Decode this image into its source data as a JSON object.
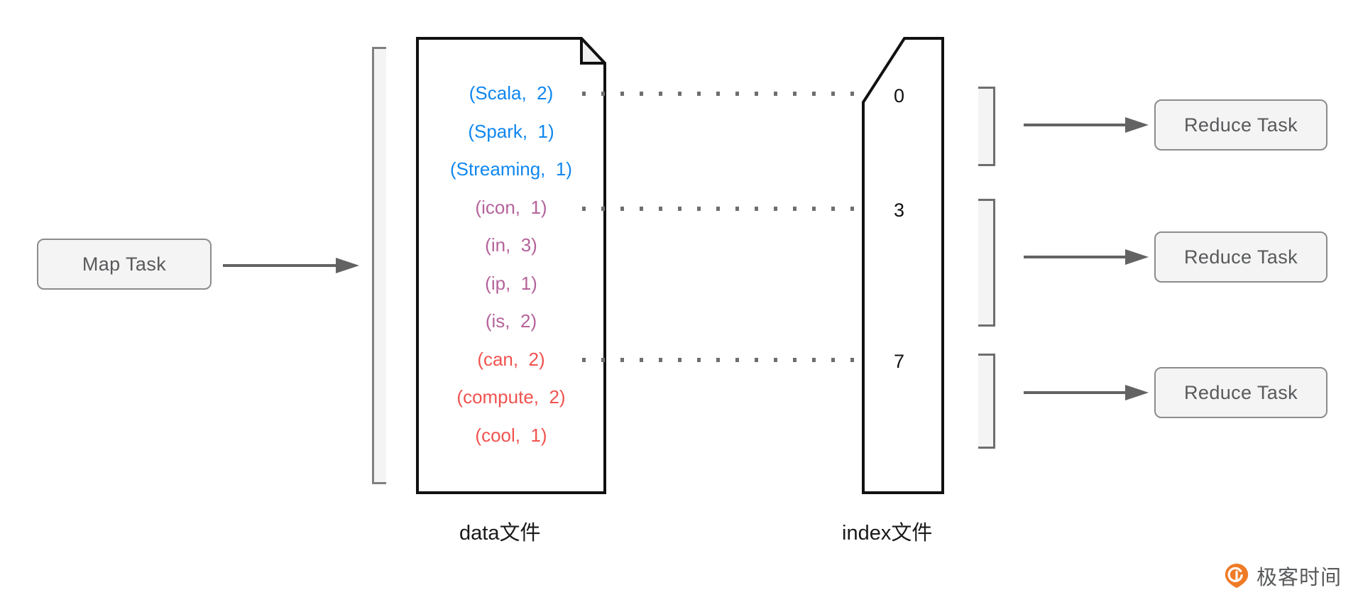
{
  "diagram": {
    "title": "Shuffle data and index file mapping",
    "colors": {
      "blue": "#0f87f0",
      "purple": "#b5639b",
      "red": "#f0534f",
      "box_fill": "#f4f4f4",
      "box_border": "#8c8c8c",
      "box_text": "#58595b",
      "arrow": "#636363",
      "dot": "#6e6e6e",
      "outline": "#111111",
      "watermark_orange": "#ef7b26"
    }
  },
  "map_task": {
    "label": "Map Task"
  },
  "reduce_tasks": [
    {
      "label": "Reduce Task"
    },
    {
      "label": "Reduce Task"
    },
    {
      "label": "Reduce Task"
    }
  ],
  "data_file": {
    "caption": "data文件",
    "records": [
      {
        "text": "(Scala,  2)",
        "color_group": "blue"
      },
      {
        "text": "(Spark,  1)",
        "color_group": "blue"
      },
      {
        "text": "(Streaming,  1)",
        "color_group": "blue"
      },
      {
        "text": "(icon,  1)",
        "color_group": "purple"
      },
      {
        "text": "(in,  3)",
        "color_group": "purple"
      },
      {
        "text": "(ip,  1)",
        "color_group": "purple"
      },
      {
        "text": "(is,  2)",
        "color_group": "purple"
      },
      {
        "text": "(can,  2)",
        "color_group": "red"
      },
      {
        "text": "(compute,  2)",
        "color_group": "red"
      },
      {
        "text": "(cool,  1)",
        "color_group": "red"
      }
    ]
  },
  "index_file": {
    "caption": "index文件",
    "offsets": [
      {
        "value": "0"
      },
      {
        "value": "3"
      },
      {
        "value": "7"
      }
    ]
  },
  "watermark": {
    "text": "极客时间"
  }
}
